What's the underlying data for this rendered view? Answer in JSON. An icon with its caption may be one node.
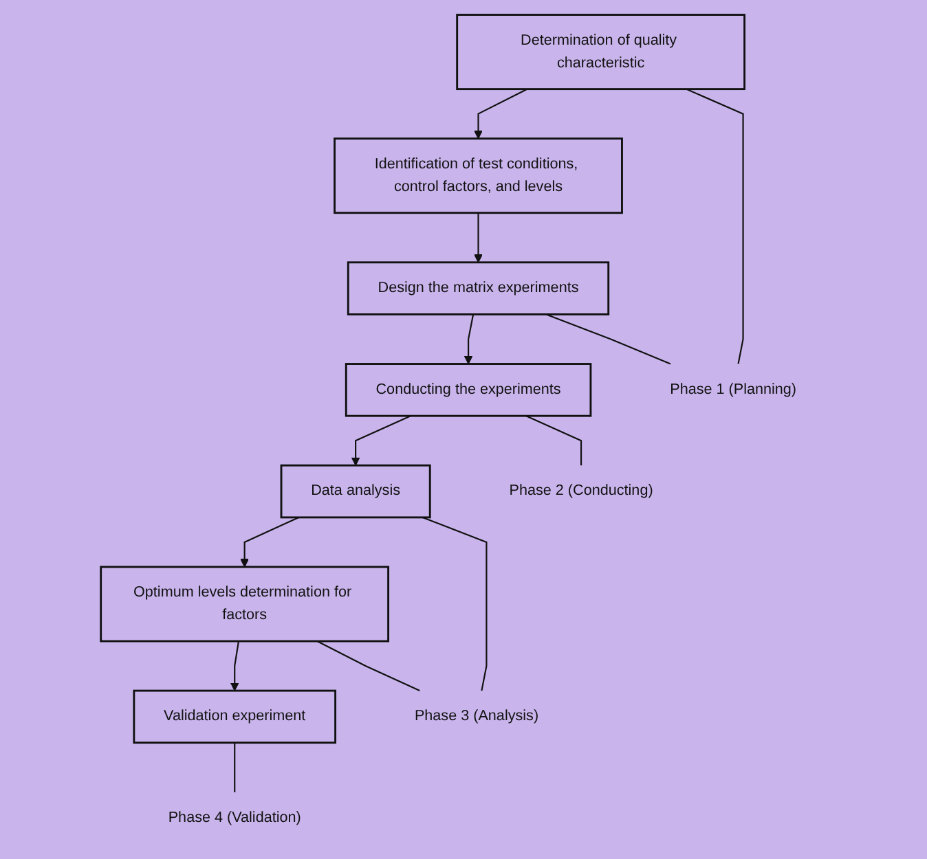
{
  "diagram": {
    "nodes": [
      {
        "text": [
          "Determination of quality characteristic"
        ]
      },
      {
        "text": [
          "Identification of test conditions, control factors, and levels"
        ]
      },
      {
        "text": [
          "Design the matrix experiments"
        ]
      },
      {
        "text": [
          "Conducting the experiments"
        ]
      },
      {
        "text": [
          "Data analysis"
        ]
      },
      {
        "text": [
          "Optimum levels determination for factors"
        ]
      },
      {
        "text": [
          "Validation experiment"
        ]
      },
      {
        "text": [
          "Phase 1 (Planning)"
        ]
      },
      {
        "text": [
          "Phase 2 (Conducting)"
        ]
      },
      {
        "text": [
          "Phase 3 (Analysis)"
        ]
      },
      {
        "text": [
          "Phase 4 (Validation)"
        ]
      }
    ],
    "edges": [
      {
        "from": 0,
        "to": 1,
        "arrow": "to"
      },
      {
        "from": 1,
        "to": 2,
        "arrow": "to"
      },
      {
        "from": 2,
        "to": 3,
        "arrow": "to"
      },
      {
        "from": 3,
        "to": 4,
        "arrow": "to"
      },
      {
        "from": 4,
        "to": 5,
        "arrow": "to"
      },
      {
        "from": 5,
        "to": 6,
        "arrow": "to"
      },
      {
        "from": 0,
        "to": 7,
        "arrow": "none"
      },
      {
        "from": 2,
        "to": 7,
        "arrow": "none"
      },
      {
        "from": 3,
        "to": 8,
        "arrow": "none"
      },
      {
        "from": 4,
        "to": 9,
        "arrow": "none"
      },
      {
        "from": 5,
        "to": 9,
        "arrow": "none"
      },
      {
        "from": 6,
        "to": 10,
        "arrow": "none"
      }
    ]
  }
}
